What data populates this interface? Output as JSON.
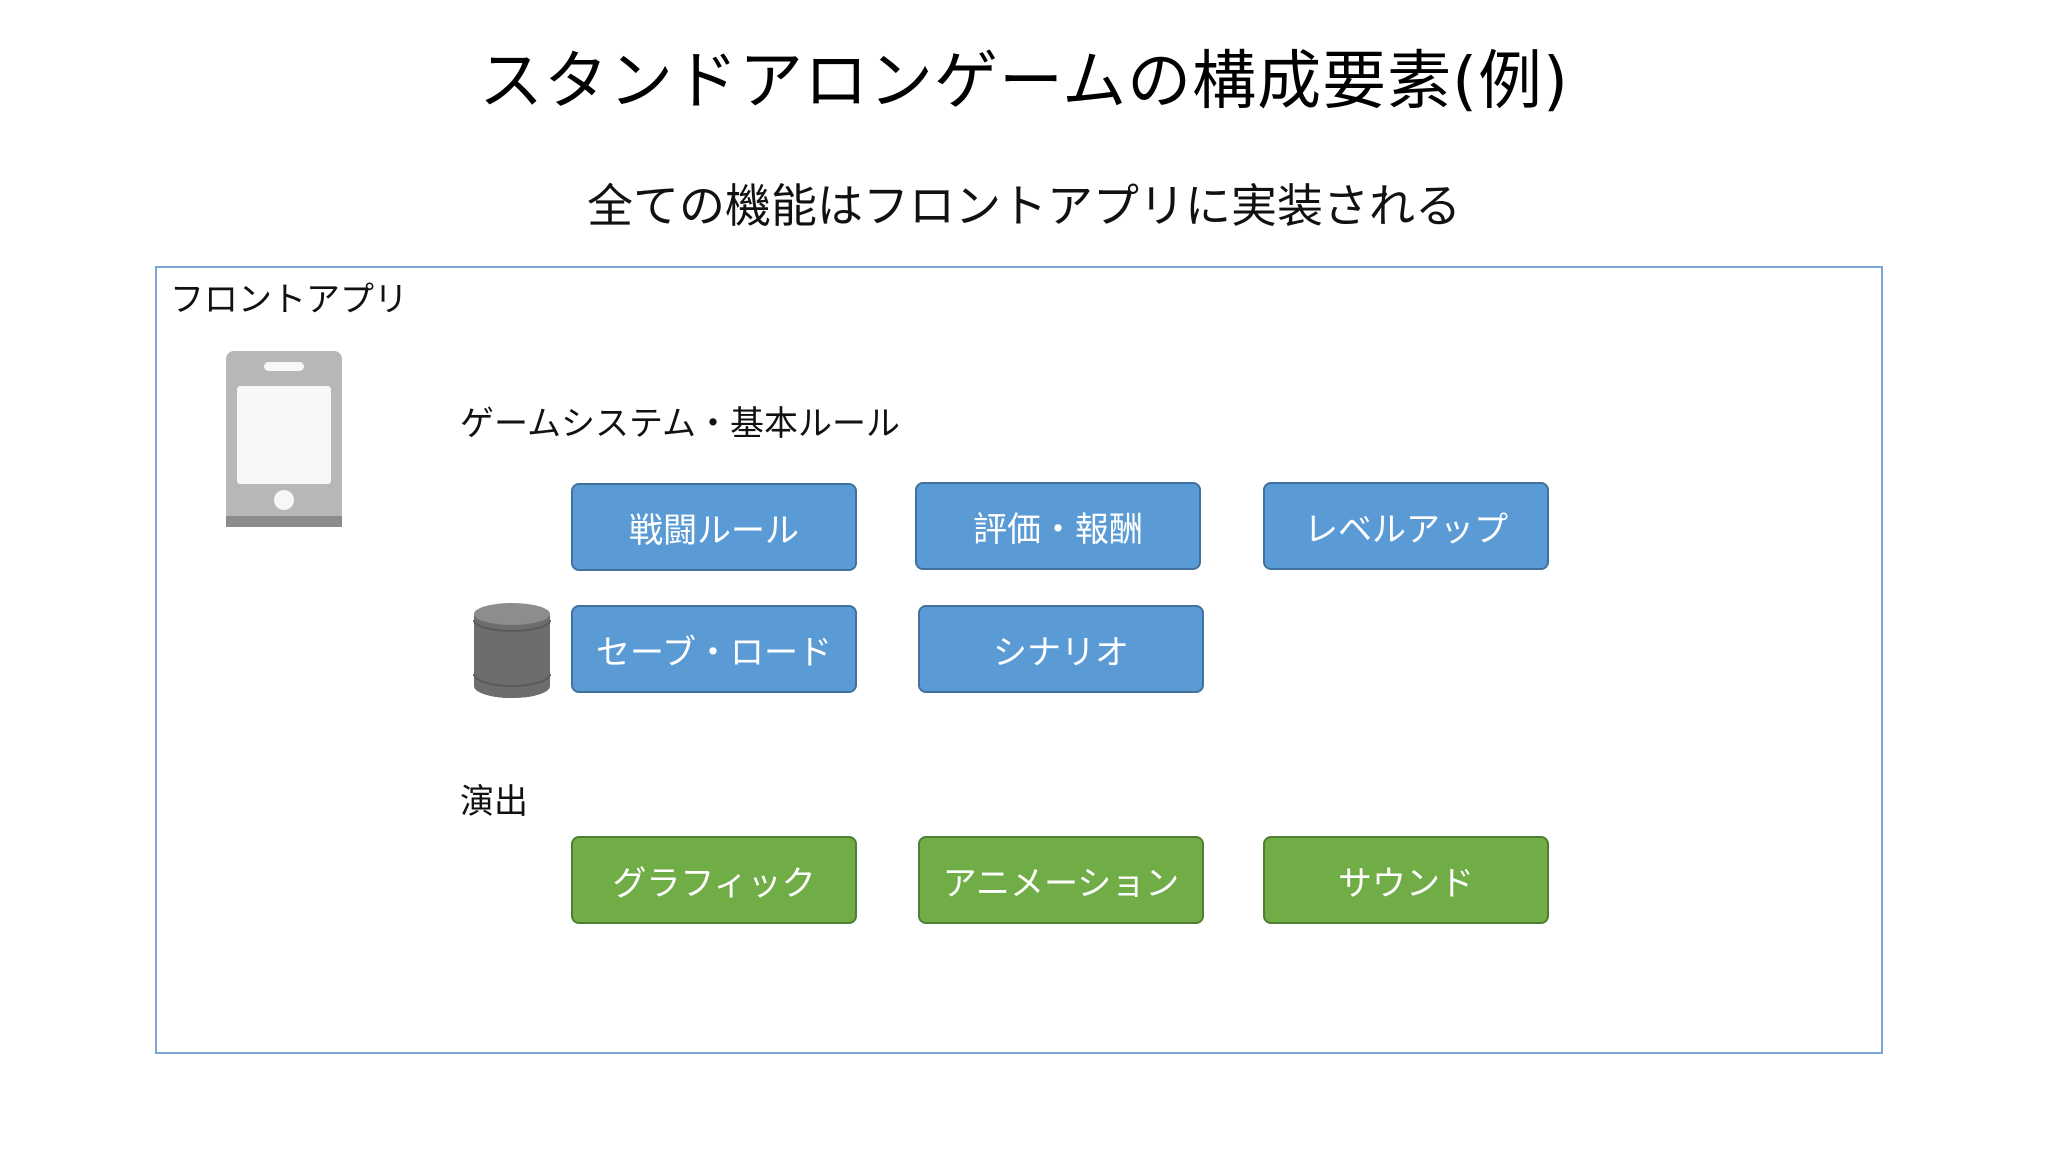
{
  "title": "スタンドアロンゲームの構成要素(例)",
  "subtitle": "全ての機能はフロントアプリに実装される",
  "frame": {
    "label": "フロントアプリ",
    "border_color": "#7da7d9"
  },
  "icons": {
    "device": "smartphone-icon",
    "storage": "database-icon"
  },
  "game_system": {
    "label": "ゲームシステム・基本ルール",
    "color": "#5b9bd5",
    "items": [
      "戦闘ルール",
      "評価・報酬",
      "レベルアップ",
      "セーブ・ロード",
      "シナリオ"
    ]
  },
  "presentation": {
    "label": "演出",
    "color": "#70ad47",
    "items": [
      "グラフィック",
      "アニメーション",
      "サウンド"
    ]
  }
}
